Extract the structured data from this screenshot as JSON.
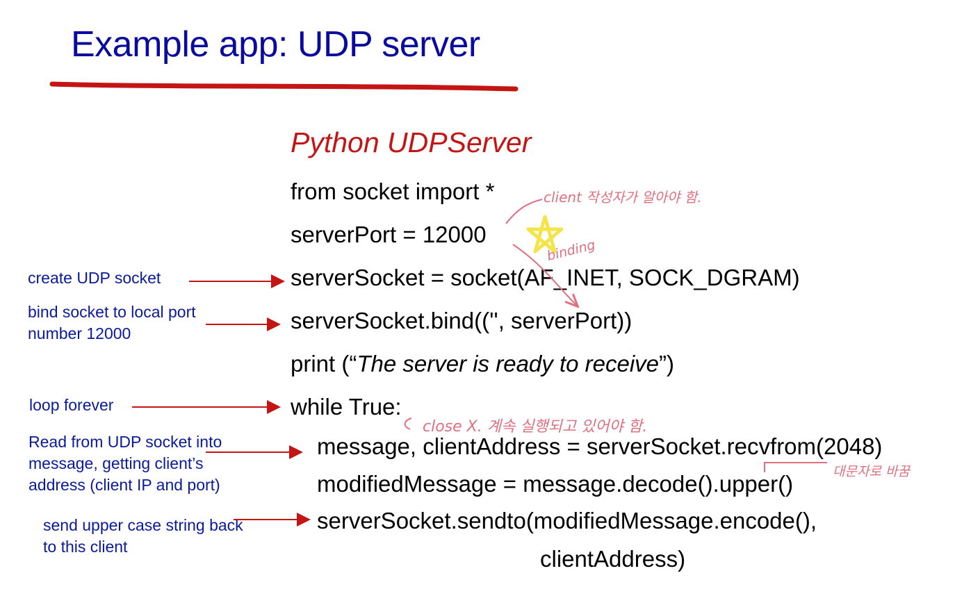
{
  "title": "Example app: UDP server",
  "subtitle": "Python UDPServer",
  "code": {
    "line1": "from socket import *",
    "line2": "serverPort = 12000",
    "line3": "serverSocket = socket(AF_INET, SOCK_DGRAM)",
    "line4": "serverSocket.bind(('', serverPort))",
    "line5_pre": "print (“",
    "line5_italic": "The server is ready to receive",
    "line5_post": "”)",
    "line6": "while True:",
    "line7": "message, clientAddress = serverSocket.recvfrom(2048)",
    "line8": "modifiedMessage = message.decode().upper()",
    "line9": "serverSocket.sendto(modifiedMessage.encode(),",
    "line10": "clientAddress)"
  },
  "annotations": {
    "create_socket": "create UDP socket",
    "bind_socket": "bind socket to local port number 12000",
    "loop": "loop forever",
    "read": "Read from UDP socket into message, getting client’s address (client IP and port)",
    "send": "send upper case string back to this client"
  },
  "handwritten": {
    "note1": "client 작성자가 알아야 함.",
    "note2": "binding",
    "note3": "close X. 계속 실행되고 있어야 함.",
    "note4": "대문자로 바꿈"
  },
  "colors": {
    "title": "#0a0a9e",
    "subtitle": "#c41414",
    "annotation": "#0a1a9e",
    "arrow": "#c41414",
    "underline": "#c41414",
    "handwriting": "#e07080",
    "star": "#f5e34a"
  }
}
